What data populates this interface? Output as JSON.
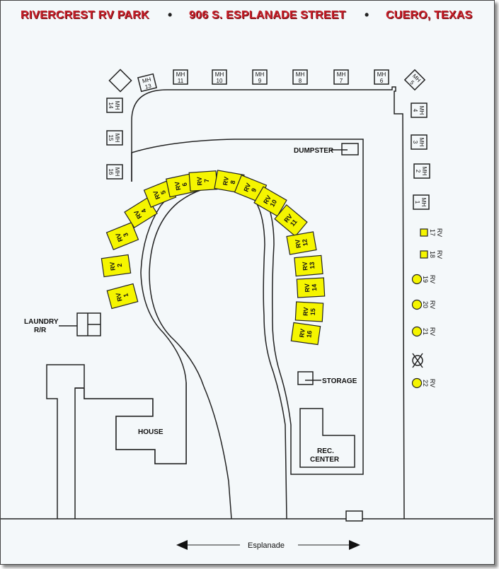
{
  "header": {
    "park_name": "RIVERCREST RV PARK",
    "address": "906 S. ESPLANADE STREET",
    "city": "CUERO, TEXAS",
    "separator": "•"
  },
  "colors": {
    "rv_fill": "#f5f500",
    "outline": "#222222",
    "background": "#f4f8fa",
    "title": "#c8202a"
  },
  "mh_sites": [
    {
      "label": "MH",
      "num": "13"
    },
    {
      "label": "MH",
      "num": "11"
    },
    {
      "label": "MH",
      "num": "10"
    },
    {
      "label": "MH",
      "num": "9"
    },
    {
      "label": "MH",
      "num": "8"
    },
    {
      "label": "MH",
      "num": "7"
    },
    {
      "label": "MH",
      "num": "6"
    },
    {
      "label": "MH",
      "num": "5"
    },
    {
      "label": "MH",
      "num": "14"
    },
    {
      "label": "MH",
      "num": "15"
    },
    {
      "label": "MH",
      "num": "16"
    },
    {
      "label": "MH",
      "num": "4"
    },
    {
      "label": "MH",
      "num": "3"
    },
    {
      "label": "MH",
      "num": "2"
    },
    {
      "label": "MH",
      "num": "1"
    }
  ],
  "rv_sites": [
    {
      "label": "RV",
      "num": "1"
    },
    {
      "label": "RV",
      "num": "2"
    },
    {
      "label": "RV",
      "num": "3"
    },
    {
      "label": "RV",
      "num": "4"
    },
    {
      "label": "RV",
      "num": "5"
    },
    {
      "label": "RV",
      "num": "6"
    },
    {
      "label": "RV",
      "num": "7"
    },
    {
      "label": "RV",
      "num": "8"
    },
    {
      "label": "RV",
      "num": "9"
    },
    {
      "label": "RV",
      "num": "10"
    },
    {
      "label": "RV",
      "num": "11"
    },
    {
      "label": "RV",
      "num": "12"
    },
    {
      "label": "RV",
      "num": "13"
    },
    {
      "label": "RV",
      "num": "14"
    },
    {
      "label": "RV",
      "num": "15"
    },
    {
      "label": "RV",
      "num": "16"
    }
  ],
  "side_sites": [
    {
      "label": "RV",
      "num": "17",
      "shape": "square"
    },
    {
      "label": "RV",
      "num": "18",
      "shape": "square"
    },
    {
      "label": "RV",
      "num": "19",
      "shape": "circle"
    },
    {
      "label": "RV",
      "num": "20",
      "shape": "circle"
    },
    {
      "label": "RV",
      "num": "21",
      "shape": "circle"
    },
    {
      "label": "RV",
      "num": "22",
      "shape": "circle"
    }
  ],
  "facilities": {
    "dumpster": "DUMPSTER",
    "laundry_line1": "LAUNDRY",
    "laundry_line2": "R/R",
    "storage": "STORAGE",
    "house": "HOUSE",
    "rec_line1": "REC.",
    "rec_line2": "CENTER"
  },
  "street": "Esplanade"
}
